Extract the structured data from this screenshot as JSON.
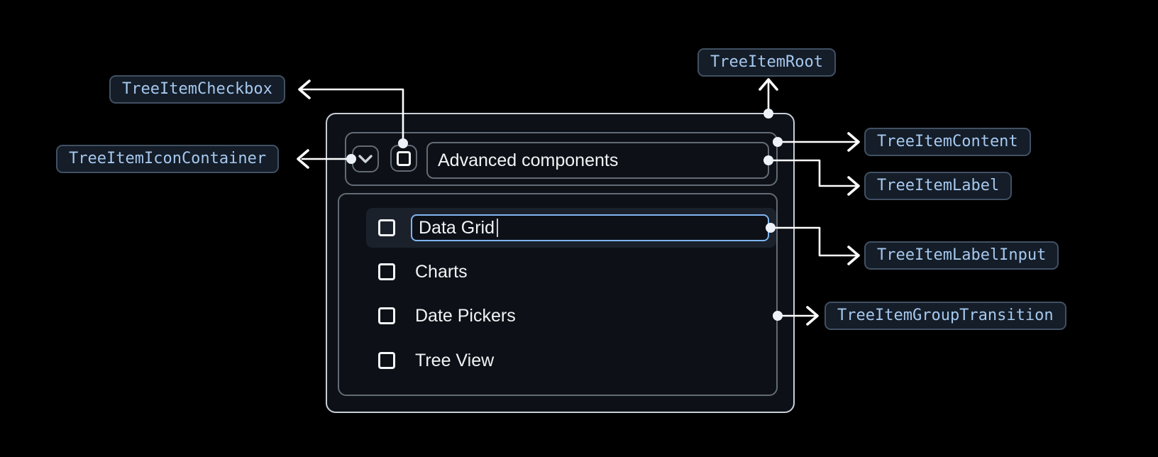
{
  "theme": {
    "bg": "#000000",
    "surface": "#0d1117",
    "root_border": "#c7ced6",
    "border_soft": "#636b76",
    "highlight": "#1b212b",
    "accent": "#7fb5f0",
    "badge_bg": "#141d28",
    "badge_border": "#415063",
    "badge_text": "#a6c8ee",
    "text": "#f1f3f5",
    "connector": "#ffffff",
    "glyph": "#ccd2d8",
    "dot": "#ecf2f8"
  },
  "badges": {
    "checkbox": "TreeItemCheckbox",
    "icon_container": "TreeItemIconContainer",
    "root": "TreeItemRoot",
    "content": "TreeItemContent",
    "label": "TreeItemLabel",
    "label_input": "TreeItemLabelInput",
    "group_transition": "TreeItemGroupTransition"
  },
  "tree": {
    "parent": {
      "label": "Advanced components",
      "expanded": true,
      "checked": false
    },
    "items": [
      {
        "label": "Data Grid",
        "editing": true,
        "checked": false
      },
      {
        "label": "Charts",
        "checked": false
      },
      {
        "label": "Date Pickers",
        "checked": false
      },
      {
        "label": "Tree View",
        "checked": false
      }
    ]
  },
  "icons": {
    "expand": "chevron-down-icon",
    "checkbox": "checkbox-unchecked-icon",
    "caret": "text-cursor"
  }
}
